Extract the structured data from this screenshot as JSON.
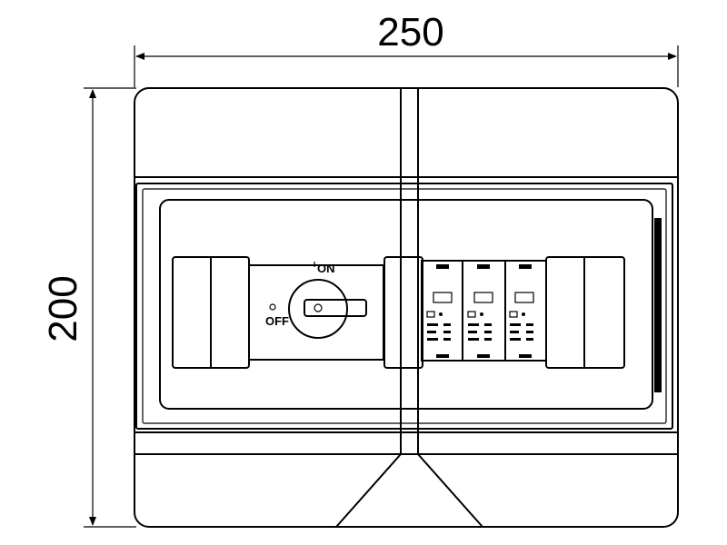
{
  "dimensions": {
    "width_label": "250",
    "height_label": "200"
  },
  "switch": {
    "on_label": "ON",
    "off_label": "OFF"
  },
  "colors": {
    "line": "#000000",
    "background": "#ffffff"
  }
}
